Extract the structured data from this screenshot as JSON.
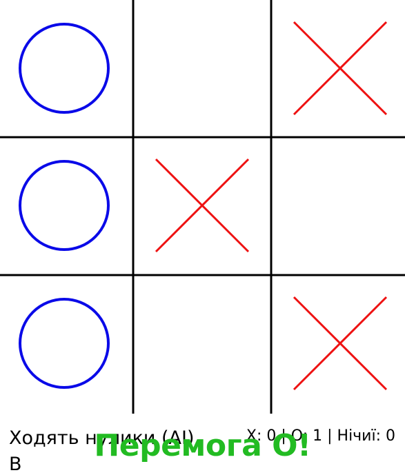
{
  "board": {
    "cells": [
      "O",
      "",
      "X",
      "O",
      "X",
      "",
      "O",
      "",
      "X"
    ],
    "grid_color": "#000000",
    "o_color": "#0a0ae8",
    "x_color": "#ee1111",
    "o_icon": "circle-mark-icon",
    "x_icon": "cross-mark-icon"
  },
  "status": {
    "turn_text": "Ходять нулики (AI)",
    "mode_text": "В"
  },
  "score": {
    "text": "X: 0 | O: 1 | Нічиї: 0"
  },
  "banner": {
    "text": "Перемога O!",
    "color": "#22bb22"
  }
}
